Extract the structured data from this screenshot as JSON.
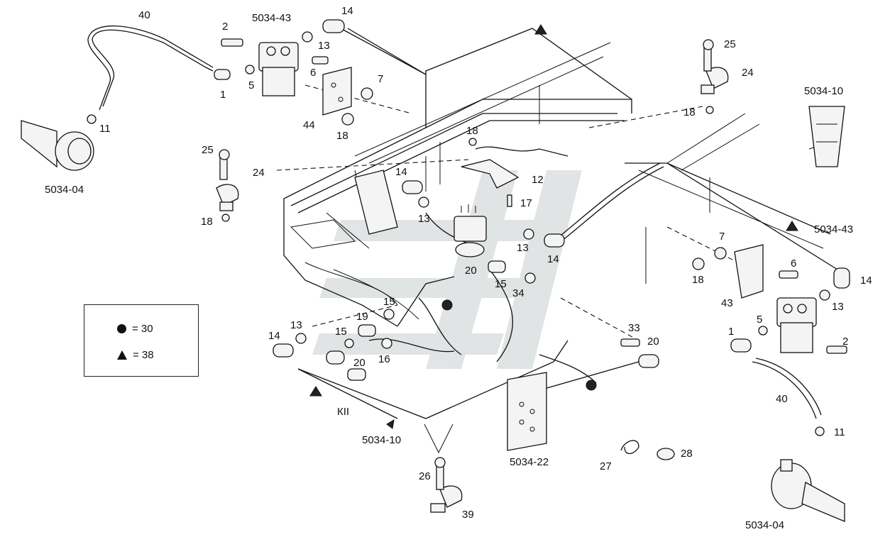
{
  "diagram": {
    "callouts": {
      "l40": "40",
      "l2": "2",
      "l5034_43a": "5034-43",
      "l14a": "14",
      "l13a": "13",
      "l6a": "6",
      "l7a": "7",
      "l5a": "5",
      "l1a": "1",
      "l44": "44",
      "l18a": "18",
      "l11a": "11",
      "l5034_04a": "5034-04",
      "l25a": "25",
      "l24a": "24",
      "l18b": "18",
      "l24b": "24",
      "l14b": "14",
      "l13b": "13",
      "l18c": "18",
      "l12": "12",
      "l17": "17",
      "l13c": "13",
      "l14c": "14",
      "l20a": "20",
      "l15a": "15",
      "l34": "34",
      "l15b": "15",
      "l19": "19",
      "l13d": "13",
      "l14d": "14",
      "l15c": "15",
      "l20b": "20",
      "l16": "16",
      "l25b": "25",
      "l24c": "24",
      "l18d": "18",
      "l5034_10a": "5034-10",
      "l5034_43b": "5034-43",
      "l7b": "7",
      "l6b": "6",
      "l18e": "18",
      "l14e": "14",
      "l43": "43",
      "l13e": "13",
      "l5b": "5",
      "l1b": "1",
      "l2b": "2",
      "l33": "33",
      "l20c": "20",
      "l40b": "40",
      "l11b": "11",
      "kii": "КII",
      "l5034_10b": "5034-10",
      "l26": "26",
      "l39": "39",
      "l5034_22": "5034-22",
      "l27": "27",
      "l28": "28",
      "l5034_04b": "5034-04"
    },
    "legend": {
      "dot_text": "= 30",
      "tri_text": "= 38"
    }
  }
}
